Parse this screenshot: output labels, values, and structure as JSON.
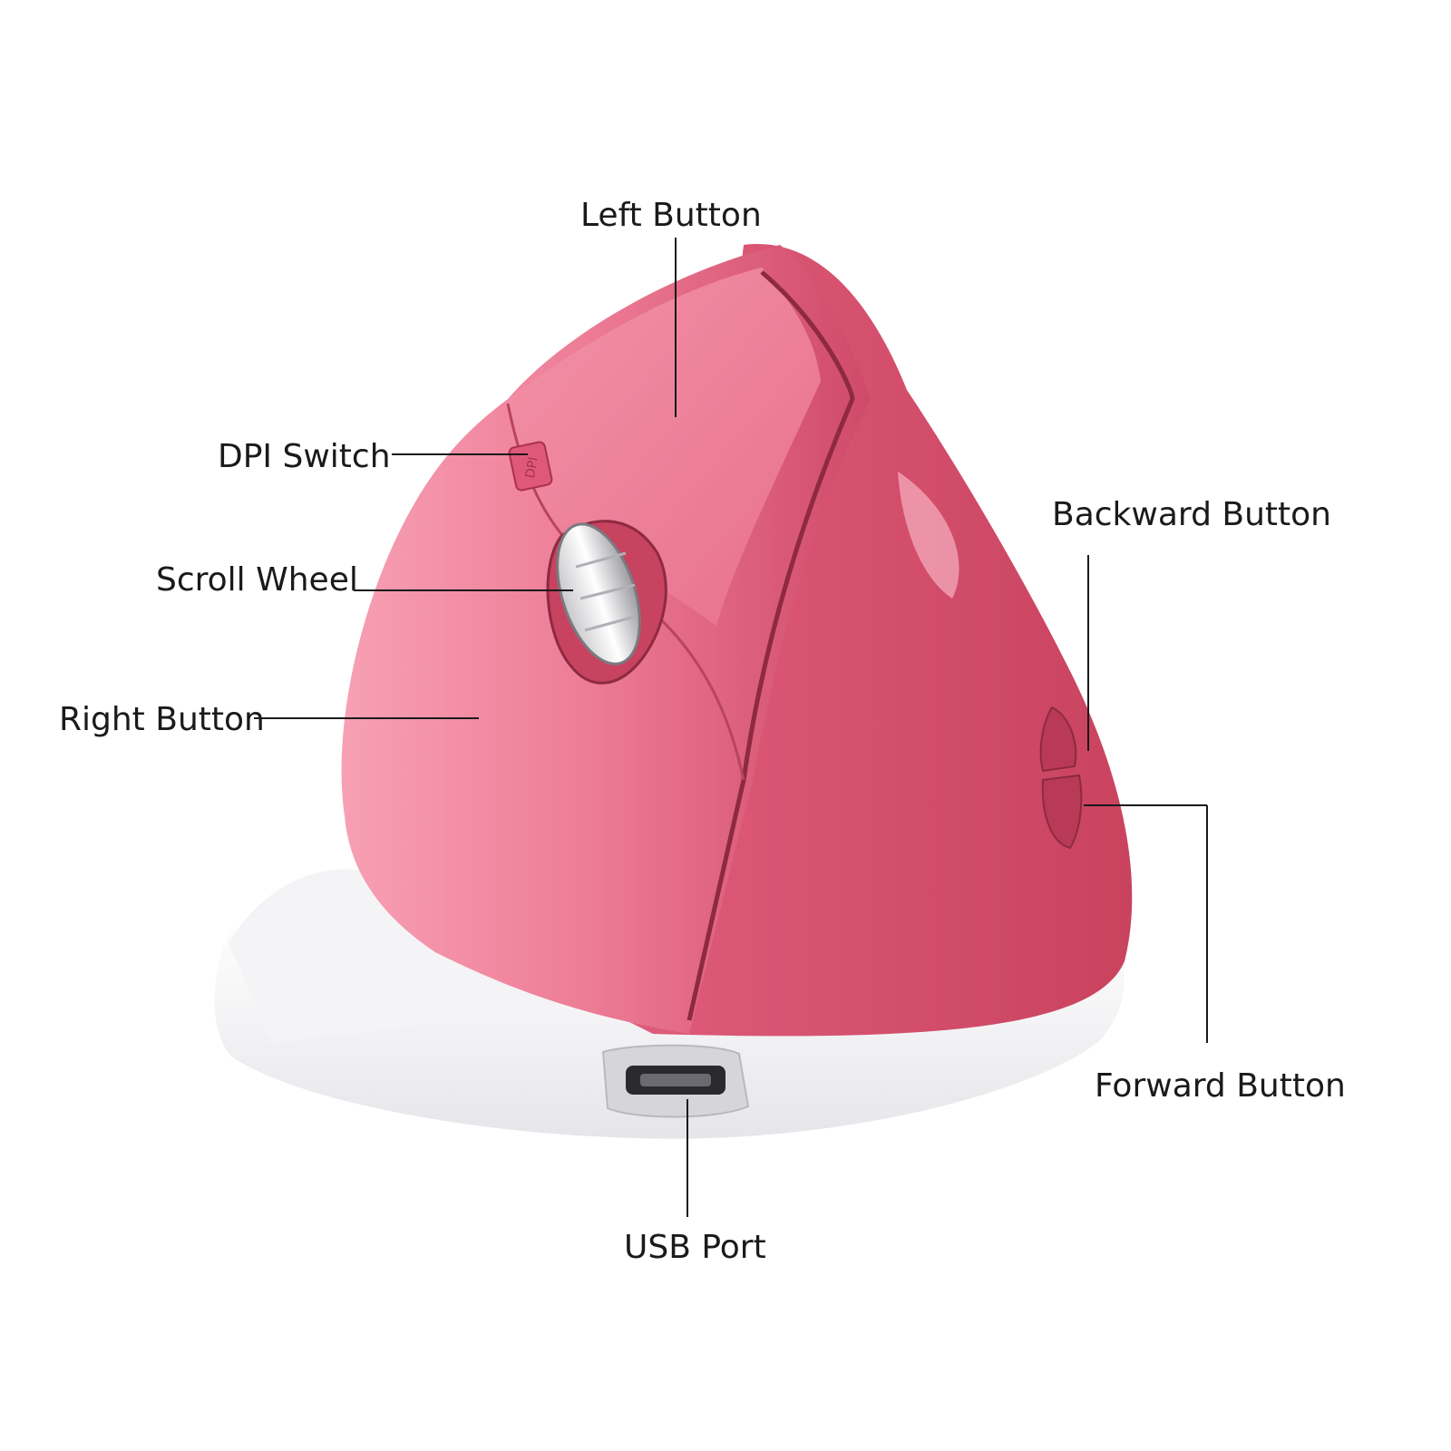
{
  "callouts": {
    "left_button": "Left Button",
    "dpi_switch": "DPI Switch",
    "scroll_wheel": "Scroll Wheel",
    "right_button": "Right Button",
    "backward_button": "Backward Button",
    "forward_button": "Forward Button",
    "usb_port": "USB Port"
  },
  "colors": {
    "background": "#ffffff",
    "mouse_body": "#d9506e",
    "mouse_light": "#f07a95",
    "base": "#f2f2f4",
    "leader_line": "#1a1a1a"
  },
  "icons": {
    "device": "vertical-ergonomic-mouse",
    "port": "micro-usb-port"
  }
}
